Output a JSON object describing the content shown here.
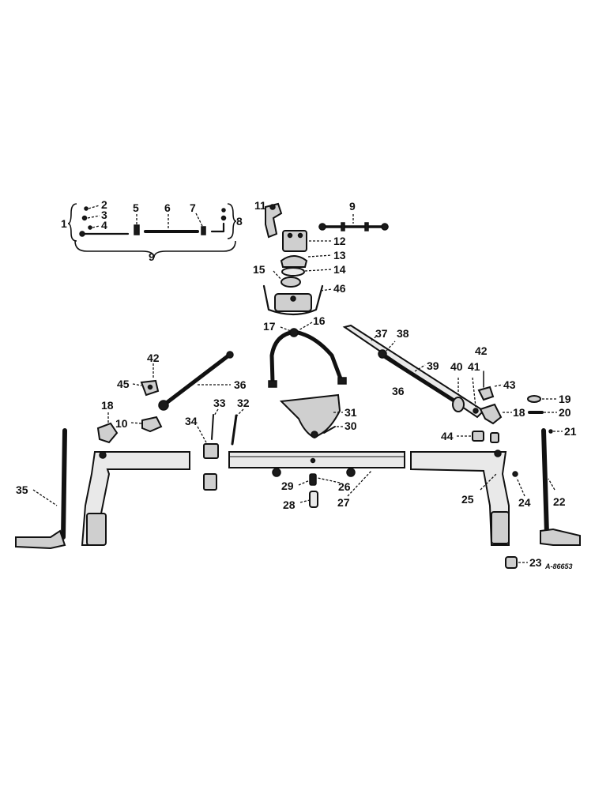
{
  "labels": {
    "l1": "1",
    "l2": "2",
    "l3": "3",
    "l4": "4",
    "l5": "5",
    "l6": "6",
    "l7": "7",
    "l8": "8",
    "l9a": "9",
    "l9b": "9",
    "l10": "10",
    "l11": "11",
    "l12": "12",
    "l13": "13",
    "l14": "14",
    "l15": "15",
    "l16": "16",
    "l17": "17",
    "l18a": "18",
    "l18b": "18",
    "l19": "19",
    "l20": "20",
    "l21": "21",
    "l22": "22",
    "l23": "23",
    "l24": "24",
    "l25": "25",
    "l26": "26",
    "l27": "27",
    "l28": "28",
    "l29": "29",
    "l30": "30",
    "l31": "31",
    "l32": "32",
    "l33": "33",
    "l34": "34",
    "l35": "35",
    "l36a": "36",
    "l36b": "36",
    "l37": "37",
    "l38": "38",
    "l39": "39",
    "l40": "40",
    "l41": "41",
    "l42a": "42",
    "l42b": "42",
    "l43": "43",
    "l44": "44",
    "l45": "45",
    "l46": "46"
  },
  "reference": "A-86653"
}
